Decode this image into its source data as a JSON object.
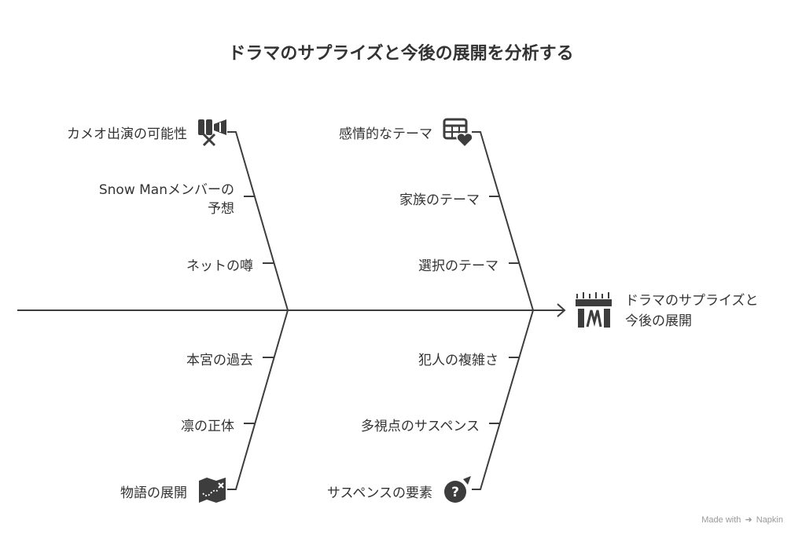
{
  "title": "ドラマのサプライズと今後の展開を分析する",
  "effect": {
    "line1": "ドラマのサプライズと",
    "line2": "今後の展開",
    "icon": "building-icon"
  },
  "bones": {
    "top_left": {
      "main": "カメオ出演の可能性",
      "icon": "video-off-icon",
      "sub": [
        "Snow Manメンバーの",
        "予想",
        "ネットの噂"
      ]
    },
    "top_right": {
      "main": "感情的なテーマ",
      "icon": "table-heart-icon",
      "sub": [
        "家族のテーマ",
        "選択のテーマ"
      ]
    },
    "bottom_left": {
      "main": "物語の展開",
      "icon": "map-icon",
      "sub": [
        "本宮の過去",
        "凛の正体"
      ]
    },
    "bottom_right": {
      "main": "サスペンスの要素",
      "icon": "question-icon",
      "sub": [
        "犯人の複雑さ",
        "多視点のサスペンス"
      ]
    }
  },
  "watermark": {
    "prefix": "Made with",
    "brand": "Napkin"
  },
  "colors": {
    "line": "#3d3d3d",
    "text": "#333333"
  }
}
